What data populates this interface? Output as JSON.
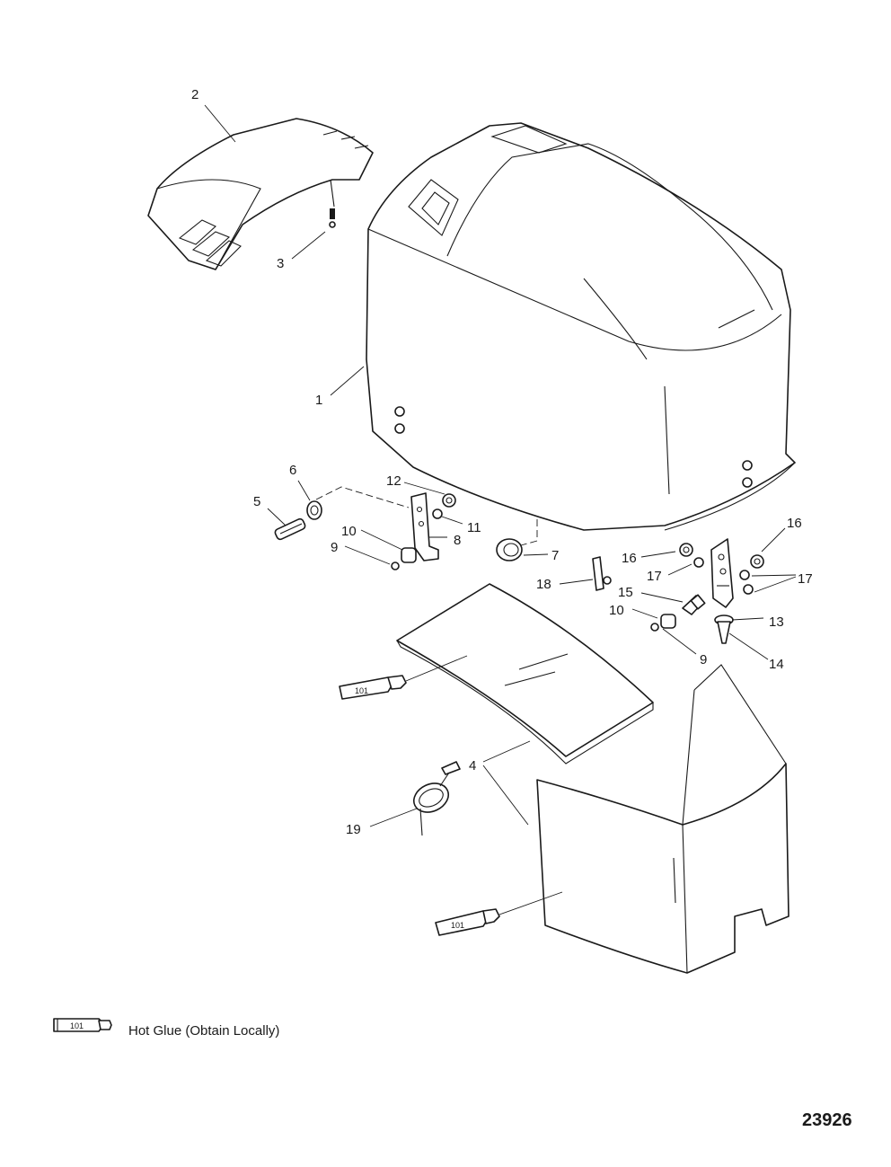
{
  "callouts": {
    "c1": "1",
    "c2": "2",
    "c3": "3",
    "c4": "4",
    "c5": "5",
    "c6": "6",
    "c7": "7",
    "c8": "8",
    "c9a": "9",
    "c9b": "9",
    "c10a": "10",
    "c10b": "10",
    "c11": "11",
    "c12": "12",
    "c13": "13",
    "c14": "14",
    "c15": "15",
    "c16a": "16",
    "c16b": "16",
    "c17a": "17",
    "c17b": "17",
    "c18": "18",
    "c19": "19"
  },
  "sealant": {
    "tube_code": "101",
    "legend_text": "Hot Glue (Obtain Locally)"
  },
  "figure_number": "23926"
}
